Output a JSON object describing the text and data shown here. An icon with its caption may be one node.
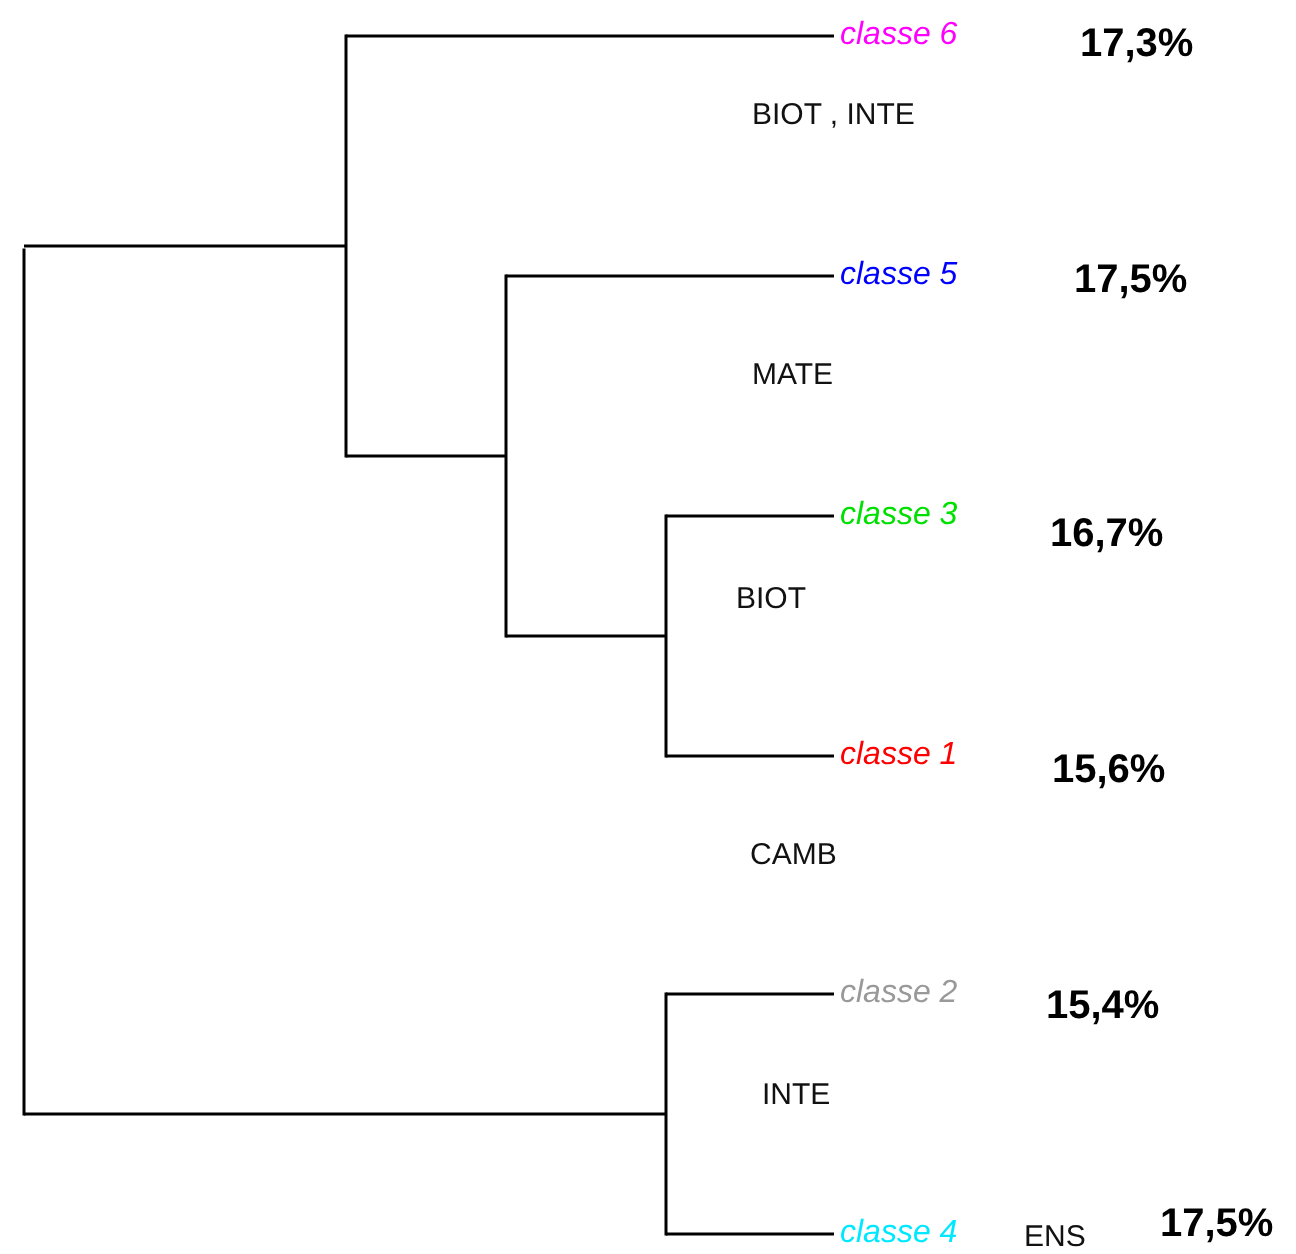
{
  "diagram": {
    "nodes": [
      {
        "text": [
          "classe 6"
        ],
        "beside": [
          "17,3%",
          "BIOT , INTE"
        ]
      },
      {
        "text": [
          "classe 5"
        ],
        "beside": [
          "17,5%",
          "MATE"
        ]
      },
      {
        "text": [
          "classe 3"
        ],
        "beside": [
          "16,7%",
          "BIOT"
        ]
      },
      {
        "text": [
          "classe 1"
        ],
        "beside": [
          "15,6%",
          "CAMB"
        ]
      },
      {
        "text": [
          "classe 2"
        ],
        "beside": [
          "15,4%",
          "INTE"
        ]
      },
      {
        "text": [
          "classe 4"
        ],
        "beside": [
          "ENS",
          "17,5%"
        ]
      },
      {
        "text": [],
        "shape": "bar"
      },
      {
        "text": [],
        "shape": "bar"
      },
      {
        "text": [],
        "shape": "bar"
      },
      {
        "text": [],
        "shape": "bar"
      },
      {
        "text": [],
        "shape": "bar"
      }
    ],
    "edges": [
      {
        "from": 6,
        "to": 7,
        "arrow": "none"
      },
      {
        "from": 6,
        "to": 10,
        "arrow": "none"
      },
      {
        "from": 7,
        "to": 0,
        "arrow": "none"
      },
      {
        "from": 7,
        "to": 8,
        "arrow": "none"
      },
      {
        "from": 8,
        "to": 1,
        "arrow": "none"
      },
      {
        "from": 8,
        "to": 9,
        "arrow": "none"
      },
      {
        "from": 9,
        "to": 2,
        "arrow": "none"
      },
      {
        "from": 9,
        "to": 3,
        "arrow": "none"
      },
      {
        "from": 10,
        "to": 4,
        "arrow": "none"
      },
      {
        "from": 10,
        "to": 5,
        "arrow": "none"
      }
    ]
  }
}
